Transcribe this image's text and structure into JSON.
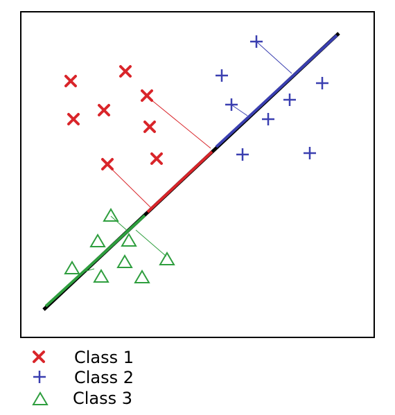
{
  "colors": {
    "class1": "#d9252a",
    "class2": "#3a3fb0",
    "class3": "#2e9e3e",
    "axis": "#000000"
  },
  "legend": [
    {
      "label": "Class 1",
      "marker": "x-mark-icon",
      "color": "#d9252a"
    },
    {
      "label": "Class 2",
      "marker": "plus-mark-icon",
      "color": "#3a3fb0"
    },
    {
      "label": "Class 3",
      "marker": "triangle-mark-icon",
      "color": "#2e9e3e"
    }
  ],
  "class1_marker": "x",
  "class2_marker": "+",
  "class3_marker": "△"
}
